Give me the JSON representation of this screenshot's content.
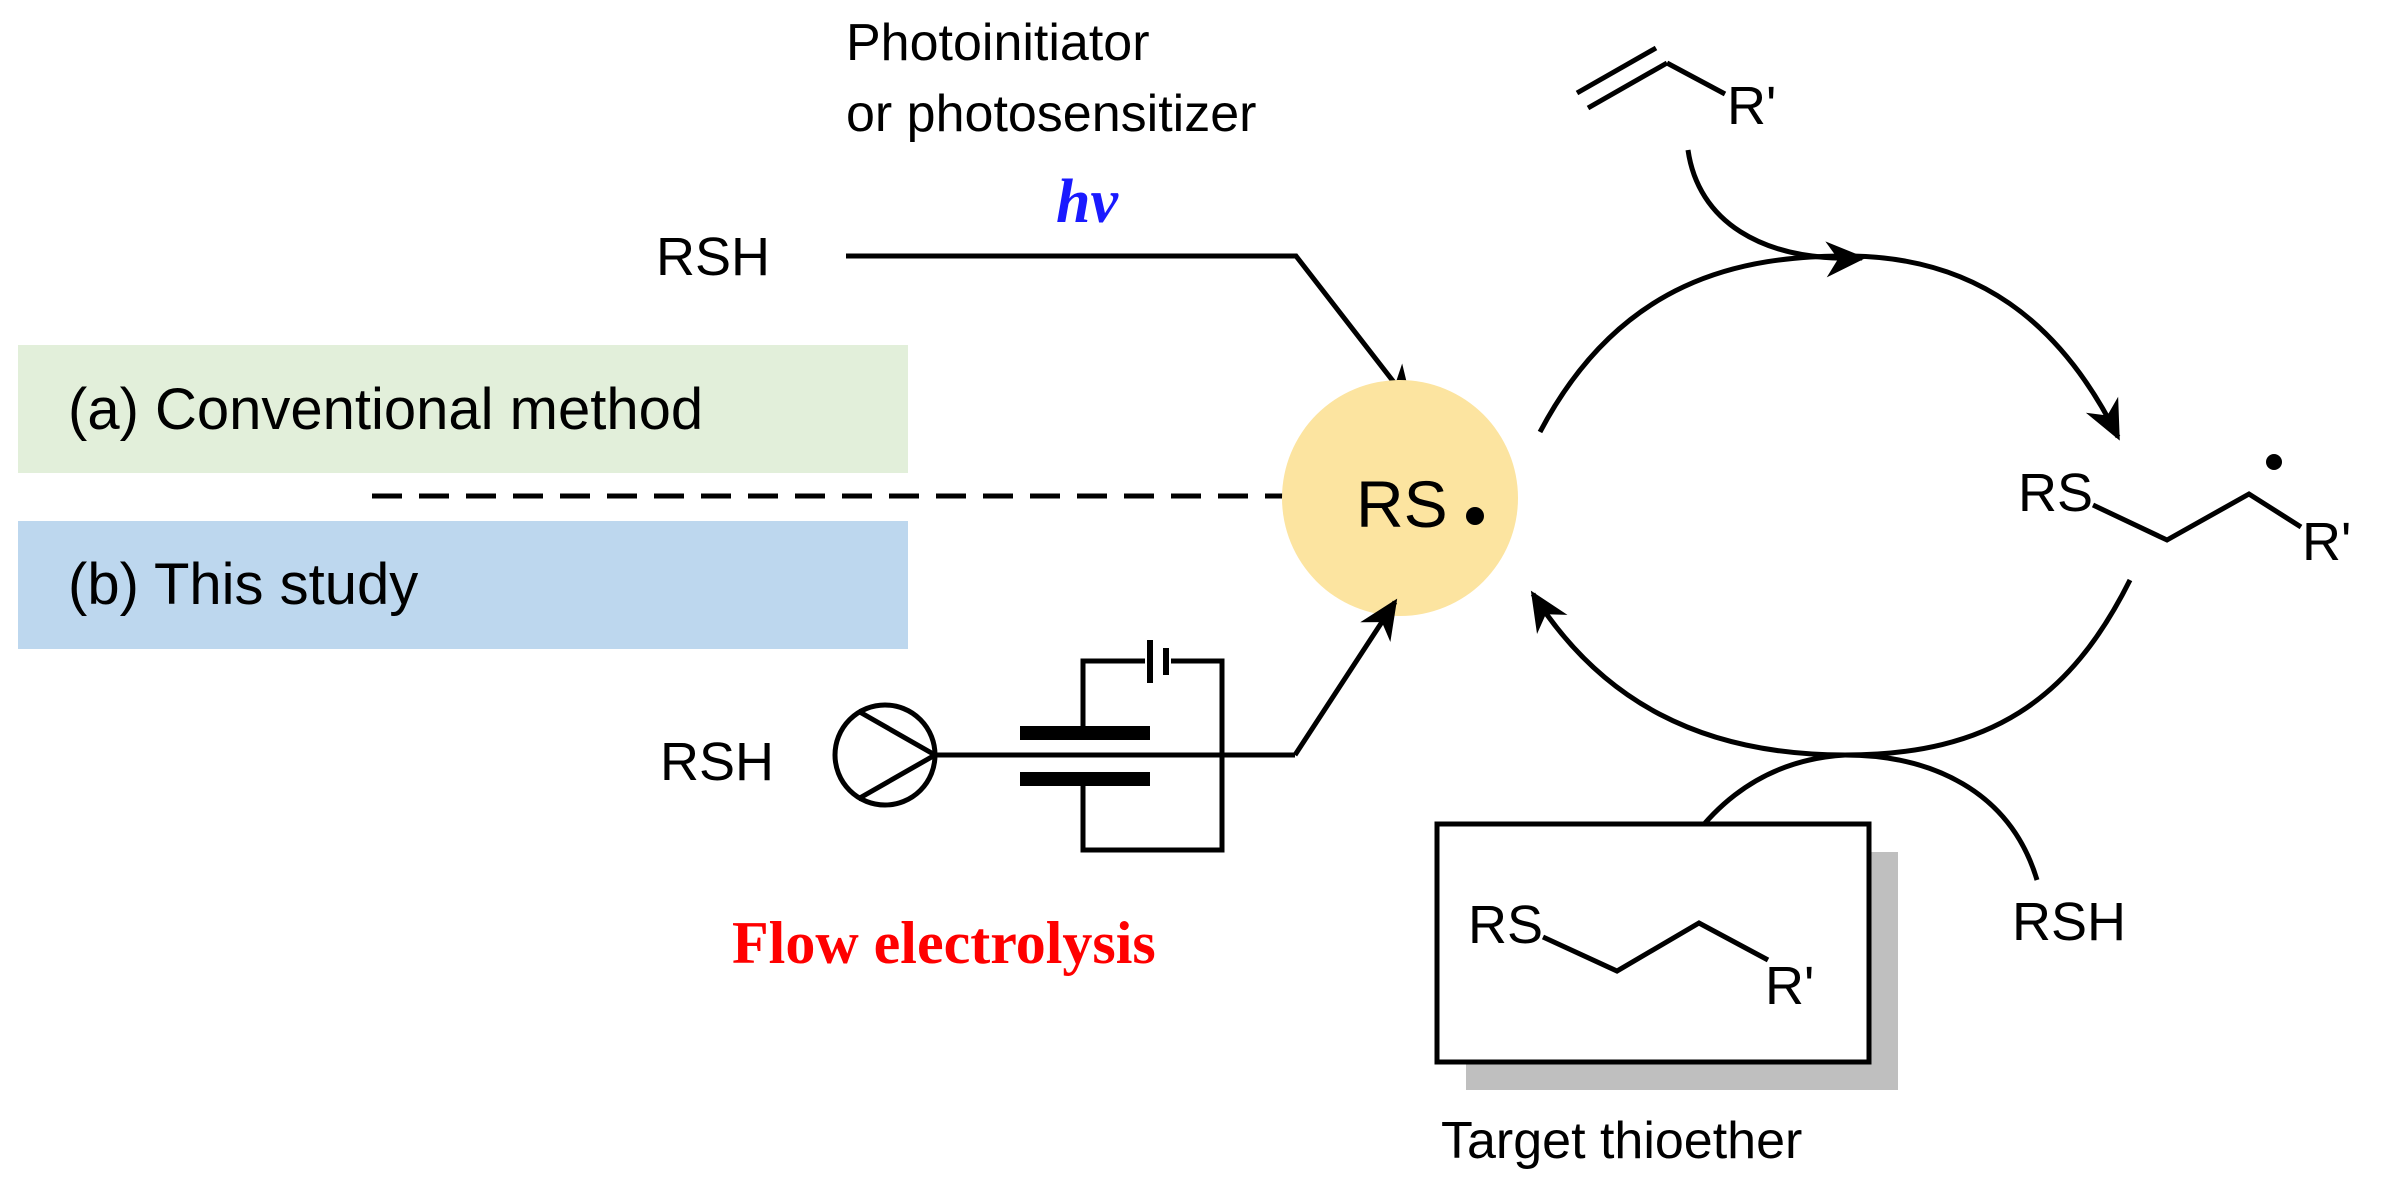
{
  "header": {
    "initiator_line1": "Photoinitiator",
    "initiator_line2": "or photosensitizer",
    "light": "hν"
  },
  "methods": {
    "conventional": "(a) Conventional method",
    "this_study": "(b) This study",
    "flow_electrolysis": "Flow electrolysis"
  },
  "species": {
    "thiol_top": "RSH",
    "thiol_bottom": "RSH",
    "thiol_right": "RSH",
    "radical": "RS",
    "alkene_substituent": "R'",
    "intermediate_rs": "RS",
    "intermediate_r": "R'",
    "product_rs": "RS",
    "product_r": "R'",
    "product_caption": "Target thioether"
  },
  "colors": {
    "conventional_band": "#e2efda",
    "study_band": "#bdd7ee",
    "radical_circle": "#fce4a0",
    "light_text": "#1a1aff",
    "electrolysis_text": "#ff0000",
    "box_shadow": "#bfbfbf",
    "line": "#000000"
  }
}
